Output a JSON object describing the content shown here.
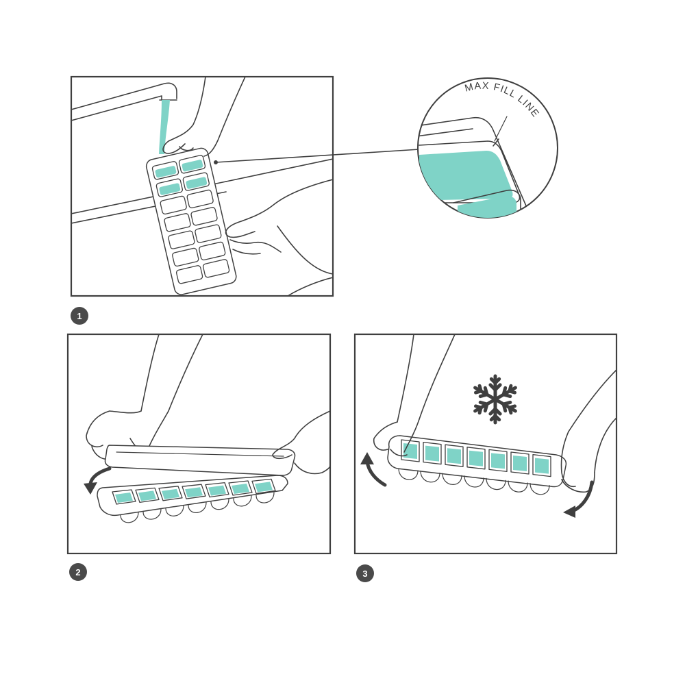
{
  "colors": {
    "line": "#3f3f3f",
    "water": "#7fd3c7",
    "water_dark": "#5cbfb2",
    "badge": "#4a4a4a",
    "background": "#ffffff"
  },
  "steps": [
    {
      "number": "1",
      "scene": "filling tray under tap"
    },
    {
      "number": "2",
      "scene": "placing lid on tray"
    },
    {
      "number": "3",
      "scene": "twisting tray to release cubes"
    }
  ],
  "callout": {
    "label": "MAX FILL LINE"
  },
  "icons": {
    "freeze": "snowflake-icon",
    "rotate_left": "curved-arrow-up-icon",
    "rotate_right": "curved-arrow-down-icon",
    "lid_down": "curved-arrow-down-left-icon"
  }
}
